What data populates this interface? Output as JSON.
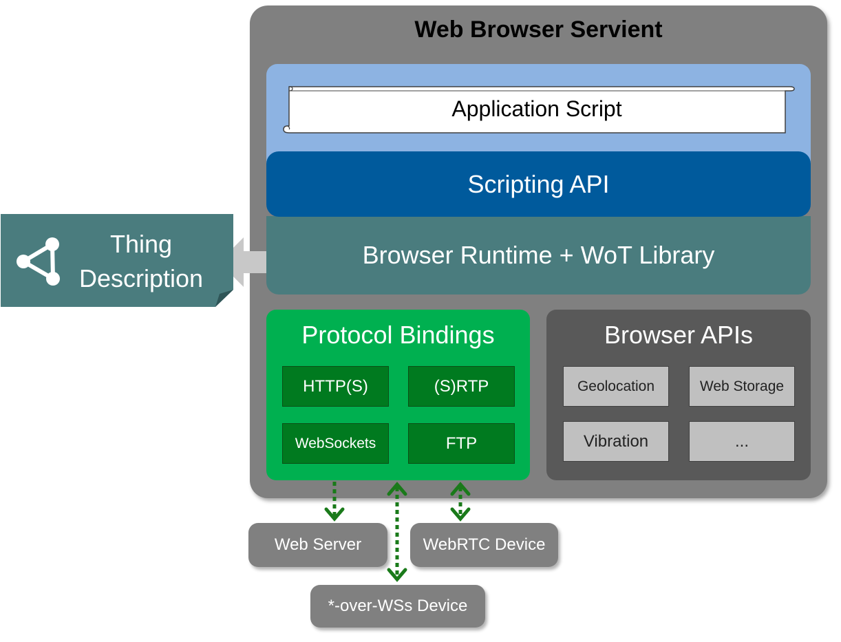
{
  "servient": {
    "title": "Web Browser Servient"
  },
  "stack": {
    "application_script": "Application Script",
    "scripting_api": "Scripting API",
    "runtime": "Browser Runtime + WoT Library"
  },
  "thing_description": {
    "line1": "Thing",
    "line2": "Description"
  },
  "protocol_bindings": {
    "title": "Protocol Bindings",
    "items": [
      "HTTP(S)",
      "(S)RTP",
      "WebSockets",
      "FTP"
    ]
  },
  "browser_apis": {
    "title": "Browser APIs",
    "items": [
      "Geolocation",
      "Web Storage",
      "Vibration",
      "..."
    ]
  },
  "devices": {
    "web_server": "Web Server",
    "webrtc_device": "WebRTC Device",
    "ws_device": "*-over-WSs Device"
  },
  "colors": {
    "servient": "#808080",
    "app_band": "#8db3e2",
    "scripting_api": "#005a9c",
    "runtime": "#4a7c7e",
    "protocol_bindings": "#00b050",
    "protocol_item": "#007a1f",
    "browser_apis": "#595959",
    "api_item": "#c0c0c0",
    "arrow": "#1a7a1a"
  }
}
